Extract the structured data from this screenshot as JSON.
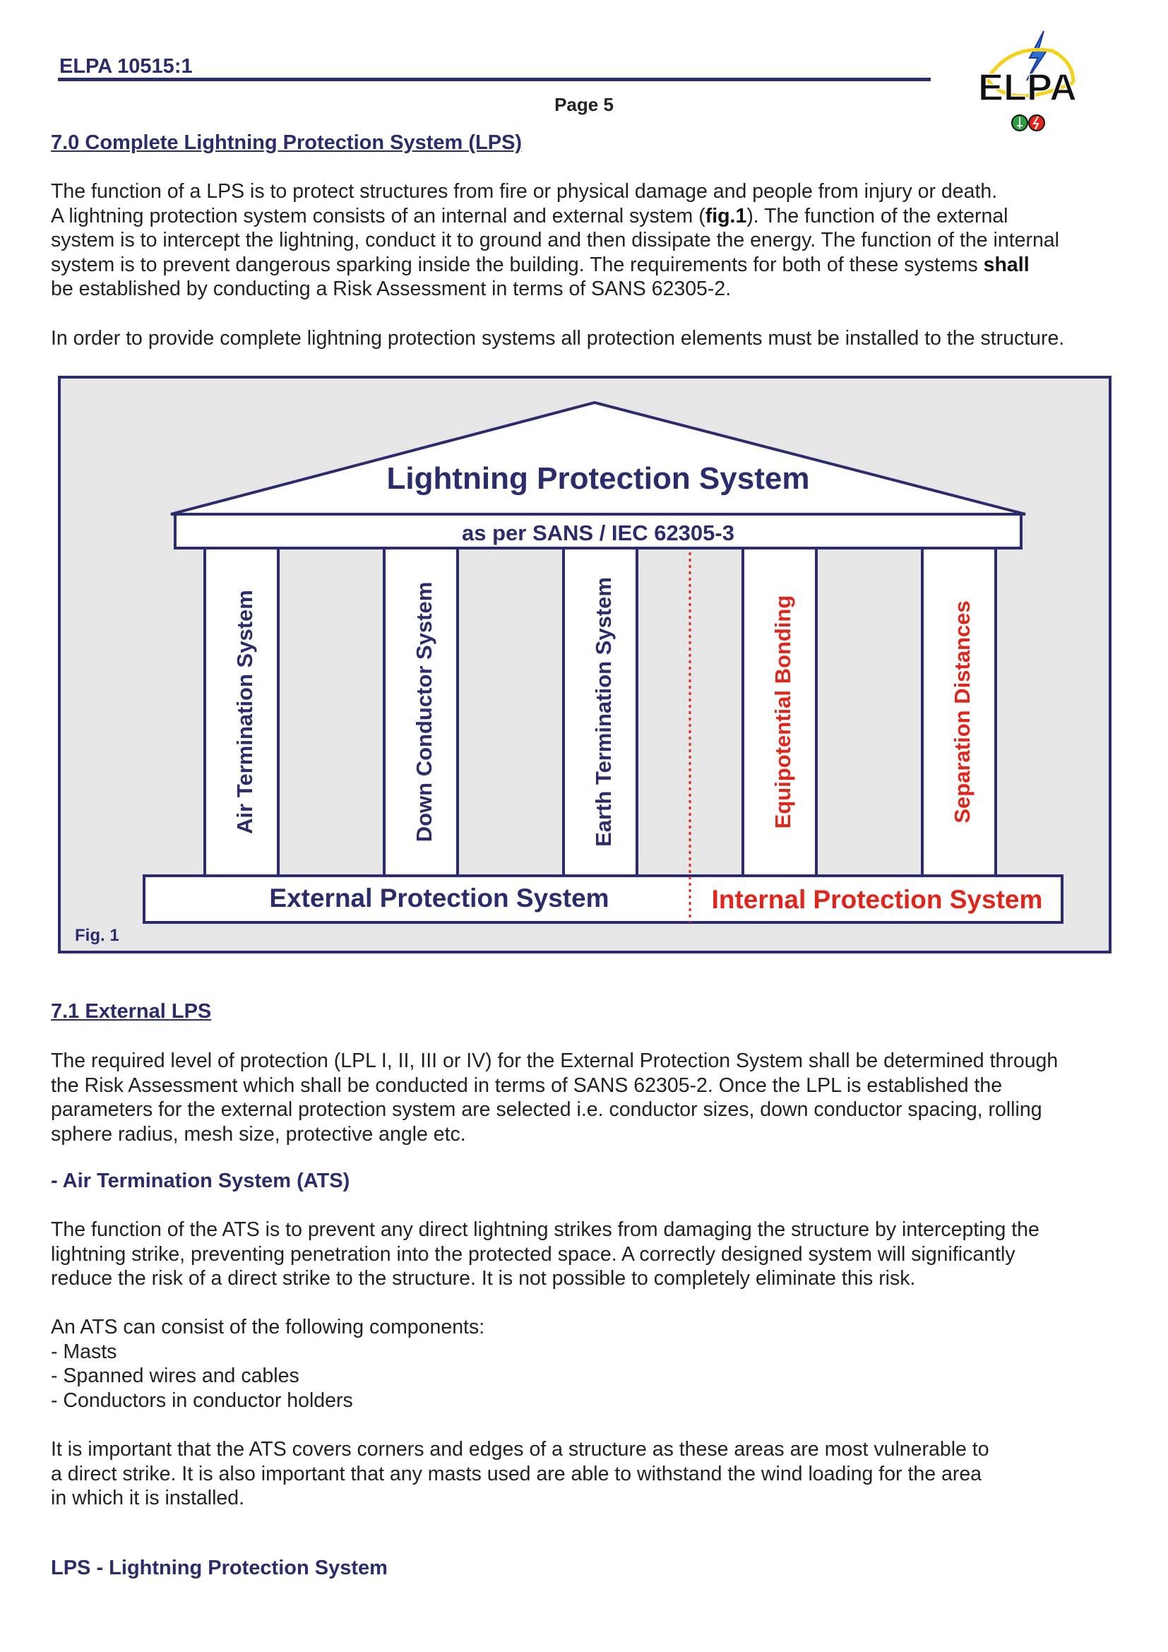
{
  "header": {
    "doc_code": "ELPA 10515:1",
    "page": "Page 5",
    "logo_text": "ELPA"
  },
  "section_7_0": {
    "heading": "7.0 Complete Lightning Protection System (LPS)",
    "p1": {
      "l1": "The function of a LPS is to protect structures from fire or physical damage and people from injury or death.",
      "l2a": "A lightning protection system consists of an internal and external system (",
      "l2b": "fig.1",
      "l2c": "). The function of the external",
      "l3": "system is to intercept the lightning, conduct it to ground and then dissipate the energy. The function of the internal",
      "l4a": "system is to prevent dangerous sparking inside the building. The requirements for both of these systems ",
      "l4b": "shall",
      "l5": "be established by conducting a Risk Assessment in terms of SANS 62305-2."
    },
    "p2": "In order to provide complete lightning protection systems all protection elements must be installed to the structure."
  },
  "figure": {
    "roof_title": "Lightning Protection System",
    "beam_text": "as per SANS / IEC 62305-3",
    "pillars": [
      "Air Termination System",
      "Down Conductor System",
      "Earth Termination System",
      "Equipotential Bonding",
      "Separation Distances"
    ],
    "base_external": "External Protection System",
    "base_internal": "Internal Protection System",
    "caption": "Fig. 1",
    "colors": {
      "navy": "#2a2c6b",
      "red": "#e0261b",
      "panel": "#e6e6e6"
    }
  },
  "section_7_1": {
    "heading": "7.1 External LPS",
    "p1": [
      "The required level of protection (LPL I, II, III or IV) for the External Protection System shall be determined through",
      "the Risk Assessment which shall be conducted in terms of SANS 62305-2. Once the LPL is established the",
      "parameters for the external protection system are selected i.e. conductor sizes, down conductor spacing, rolling",
      "sphere radius, mesh size, protective angle etc."
    ],
    "ats_heading": "- Air Termination System (ATS)",
    "ats_p1": [
      "The function of the ATS is to prevent any direct lightning strikes from damaging the structure by intercepting the",
      "lightning strike, preventing penetration into the protected space. A correctly designed system will significantly",
      "reduce the risk of a direct strike to the structure. It is not possible to completely eliminate this risk."
    ],
    "ats_list": [
      "An ATS can consist of the following components:",
      "- Masts",
      "- Spanned wires and cables",
      "- Conductors in conductor holders"
    ],
    "ats_p2": [
      "It is important that the ATS covers corners and edges of a structure as these areas are most vulnerable to",
      "a direct strike. It is also important that any masts used are able to withstand the wind loading for the area",
      "in which it is installed."
    ]
  },
  "footer": {
    "note": "LPS - Lightning Protection System"
  }
}
